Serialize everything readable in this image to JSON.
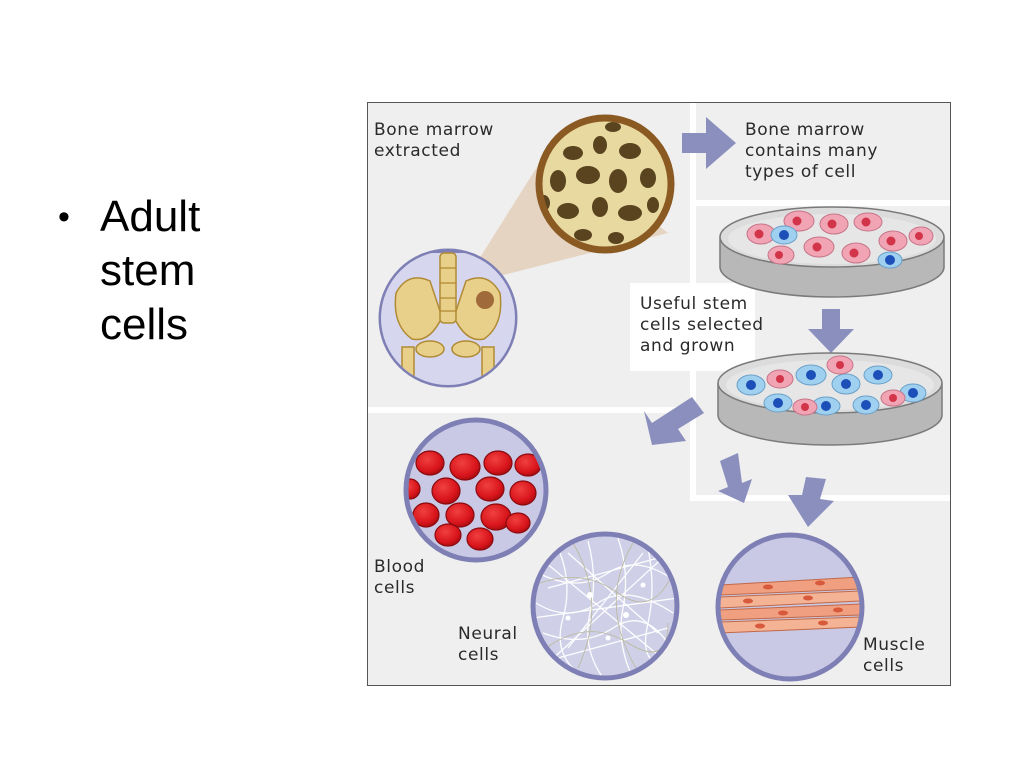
{
  "slide": {
    "bullets": [
      "Adult stem cells"
    ]
  },
  "diagram": {
    "labels": {
      "extracted": "Bone marrow\nextracted",
      "contains": "Bone marrow\ncontains many\ntypes of cell",
      "selected": "Useful stem\ncells selected\nand grown",
      "blood": "Blood\ncells",
      "neural": "Neural\ncells",
      "muscle": "Muscle\ncells"
    },
    "colors": {
      "background": "#efefef",
      "circle_border": "#7e7fb4",
      "arrow": "#8b8fbe",
      "blood_cell": "#d8141b",
      "stem_cell_blue": "#3a70d8",
      "stem_cell_pink": "#f1a5b4",
      "bone": "#e9d08a",
      "muscle_fiber": "#f0a080"
    }
  }
}
